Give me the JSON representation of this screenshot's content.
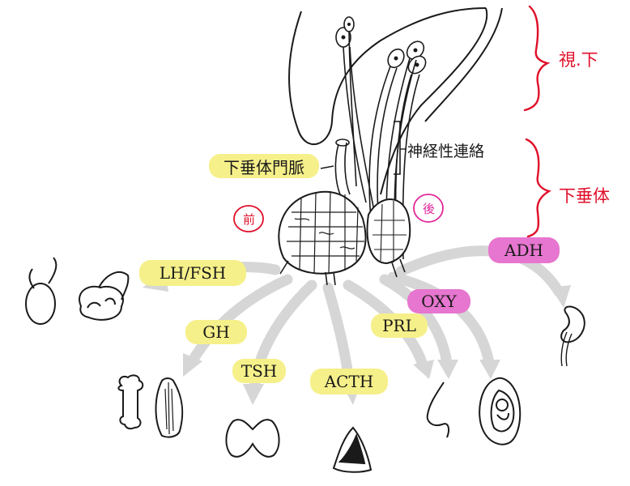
{
  "labels": {
    "portal_vessels": "下垂体門脈",
    "neural_connection": "神経性連絡",
    "hypothalamus_note": "視.下",
    "pituitary_note": "下垂体",
    "anterior_note": "前",
    "posterior_note": "後"
  },
  "hormones": {
    "lh_fsh": "LH/FSH",
    "gh": "GH",
    "tsh": "TSH",
    "acth": "ACTH",
    "prl": "PRL",
    "oxy": "OXY",
    "adh": "ADH"
  },
  "colors": {
    "yellow_highlight": "#f6f08a",
    "magenta_highlight": "#e676cf",
    "red_annotation": "#e0102a",
    "arrow_gray": "#d6d6d6"
  }
}
